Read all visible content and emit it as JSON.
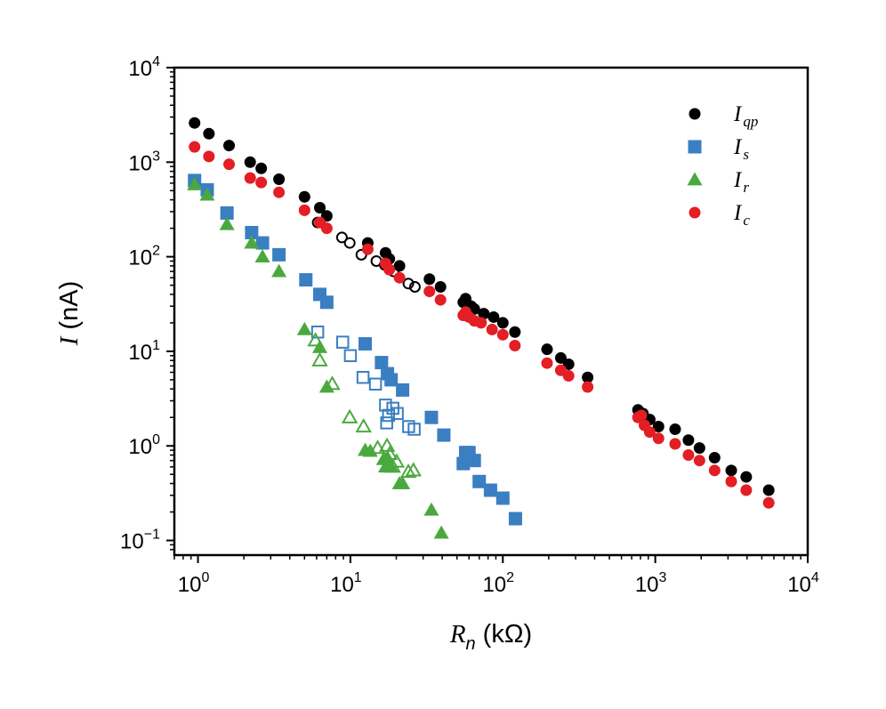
{
  "chart_data": {
    "type": "scatter",
    "xscale": "log",
    "yscale": "log",
    "xlim": [
      0.7,
      10000
    ],
    "ylim": [
      0.07,
      10000
    ],
    "xlabel": {
      "symbol": "R",
      "sub": "n",
      "unit": "(kΩ)"
    },
    "ylabel": {
      "symbol": "I",
      "unit": "(nA)"
    },
    "xticks": [
      {
        "base": "10",
        "exp": "0",
        "value": 1
      },
      {
        "base": "10",
        "exp": "1",
        "value": 10
      },
      {
        "base": "10",
        "exp": "2",
        "value": 100
      },
      {
        "base": "10",
        "exp": "3",
        "value": 1000
      },
      {
        "base": "10",
        "exp": "4",
        "value": 10000
      }
    ],
    "yticks": [
      {
        "base": "10",
        "exp": "−1",
        "value": 0.1
      },
      {
        "base": "10",
        "exp": "0",
        "value": 1
      },
      {
        "base": "10",
        "exp": "1",
        "value": 10
      },
      {
        "base": "10",
        "exp": "2",
        "value": 100
      },
      {
        "base": "10",
        "exp": "3",
        "value": 1000
      },
      {
        "base": "10",
        "exp": "4",
        "value": 10000
      }
    ],
    "legend_position": "top-right",
    "series": [
      {
        "name": "I",
        "sub": "qp",
        "marker": "circle",
        "filled": true,
        "color": "#000000",
        "x": [
          0.95,
          1.18,
          1.6,
          2.2,
          2.6,
          3.4,
          5.0,
          6.3,
          7.0,
          13.0,
          17.0,
          18.0,
          21.0,
          33.0,
          39.0,
          55.0,
          57.0,
          58.0,
          62.0,
          65.0,
          75.0,
          87.0,
          100.0,
          120.0,
          195.0,
          240.0,
          270.0,
          360.0,
          770.0,
          830.0,
          920.0,
          1050.0,
          1350.0,
          1650.0,
          1950.0,
          2450.0,
          3150.0,
          3950.0,
          5550.0
        ],
        "y": [
          2600,
          2000,
          1500,
          1000,
          860,
          660,
          430,
          330,
          270,
          140,
          110,
          95,
          80,
          58,
          48,
          33,
          36,
          32,
          30,
          28,
          25,
          23,
          20,
          16,
          10.5,
          8.5,
          7.3,
          5.3,
          2.4,
          2.2,
          1.9,
          1.6,
          1.5,
          1.15,
          0.95,
          0.75,
          0.55,
          0.47,
          0.34
        ]
      },
      {
        "name": "I",
        "sub": "qp",
        "marker": "circle",
        "filled": false,
        "color": "#000000",
        "x": [
          6.1,
          8.8,
          9.9,
          11.8,
          14.8,
          16.8,
          19.2,
          24.0,
          26.5
        ],
        "y": [
          230,
          160,
          140,
          105,
          90,
          82,
          70,
          52,
          48
        ]
      },
      {
        "name": "I",
        "sub": "s",
        "marker": "square",
        "filled": true,
        "color": "#3a7fc1",
        "x": [
          0.95,
          1.15,
          1.55,
          2.25,
          2.65,
          3.4,
          5.1,
          6.3,
          7.0,
          12.5,
          16.0,
          17.5,
          18.5,
          22.0,
          34.0,
          41.0,
          55.0,
          57.0,
          60.0,
          65.0,
          70.0,
          83.0,
          100.0,
          121.0
        ],
        "y": [
          640,
          510,
          290,
          180,
          140,
          105,
          57,
          40,
          33,
          12,
          7.6,
          5.8,
          5.0,
          3.9,
          2.0,
          1.3,
          0.65,
          0.85,
          0.85,
          0.7,
          0.42,
          0.34,
          0.28,
          0.17
        ]
      },
      {
        "name": "I",
        "sub": "s",
        "marker": "square",
        "filled": false,
        "color": "#3a7fc1",
        "x": [
          6.1,
          8.9,
          10.0,
          12.1,
          14.6,
          17.0,
          17.3,
          17.8,
          19.0,
          20.3,
          24.1,
          26.2
        ],
        "y": [
          16,
          12.5,
          9.0,
          5.3,
          4.5,
          2.7,
          1.75,
          2.1,
          2.5,
          2.2,
          1.6,
          1.5
        ]
      },
      {
        "name": "I",
        "sub": "r",
        "marker": "triangle",
        "filled": true,
        "color": "#4aa93e",
        "x": [
          0.95,
          1.15,
          1.55,
          2.25,
          2.65,
          3.4,
          5.0,
          6.3,
          7.0,
          12.5,
          13.5,
          16.5,
          17.0,
          17.5,
          18.5,
          21.0,
          22.0,
          34.0,
          39.5
        ],
        "y": [
          580,
          450,
          220,
          140,
          100,
          70,
          17,
          11,
          4.2,
          0.9,
          0.88,
          0.72,
          0.6,
          0.75,
          0.6,
          0.4,
          0.4,
          0.21,
          0.12
        ]
      },
      {
        "name": "I",
        "sub": "r",
        "marker": "triangle",
        "filled": false,
        "color": "#4aa93e",
        "x": [
          5.9,
          6.3,
          7.6,
          9.9,
          12.2,
          15.1,
          17.4,
          18.1,
          19.0,
          20.1,
          24.0,
          25.9
        ],
        "y": [
          13.0,
          8.0,
          4.5,
          2.0,
          1.6,
          0.95,
          1.0,
          0.82,
          0.6,
          0.68,
          0.53,
          0.55
        ]
      },
      {
        "name": "I",
        "sub": "c",
        "marker": "circle",
        "filled": true,
        "color": "#e31e24",
        "x": [
          0.95,
          1.18,
          1.6,
          2.2,
          2.6,
          3.4,
          5.0,
          6.3,
          7.0,
          13.0,
          17.0,
          18.0,
          21.0,
          33.0,
          39.0,
          55.0,
          57.0,
          60.0,
          65.0,
          72.0,
          85.0,
          100.0,
          120.0,
          195.0,
          240.0,
          270.0,
          360.0,
          770.0,
          810.0,
          850.0,
          920.0,
          1050.0,
          1350.0,
          1650.0,
          1950.0,
          2450.0,
          3150.0,
          3950.0,
          5550.0
        ],
        "y": [
          1450,
          1150,
          950,
          680,
          610,
          480,
          310,
          230,
          200,
          120,
          85,
          73,
          60,
          43,
          35,
          24,
          26,
          23,
          21,
          20,
          17,
          15,
          11.5,
          7.5,
          6.3,
          5.5,
          4.2,
          2.0,
          2.1,
          1.65,
          1.4,
          1.2,
          1.05,
          0.8,
          0.7,
          0.55,
          0.42,
          0.34,
          0.25
        ]
      }
    ]
  }
}
